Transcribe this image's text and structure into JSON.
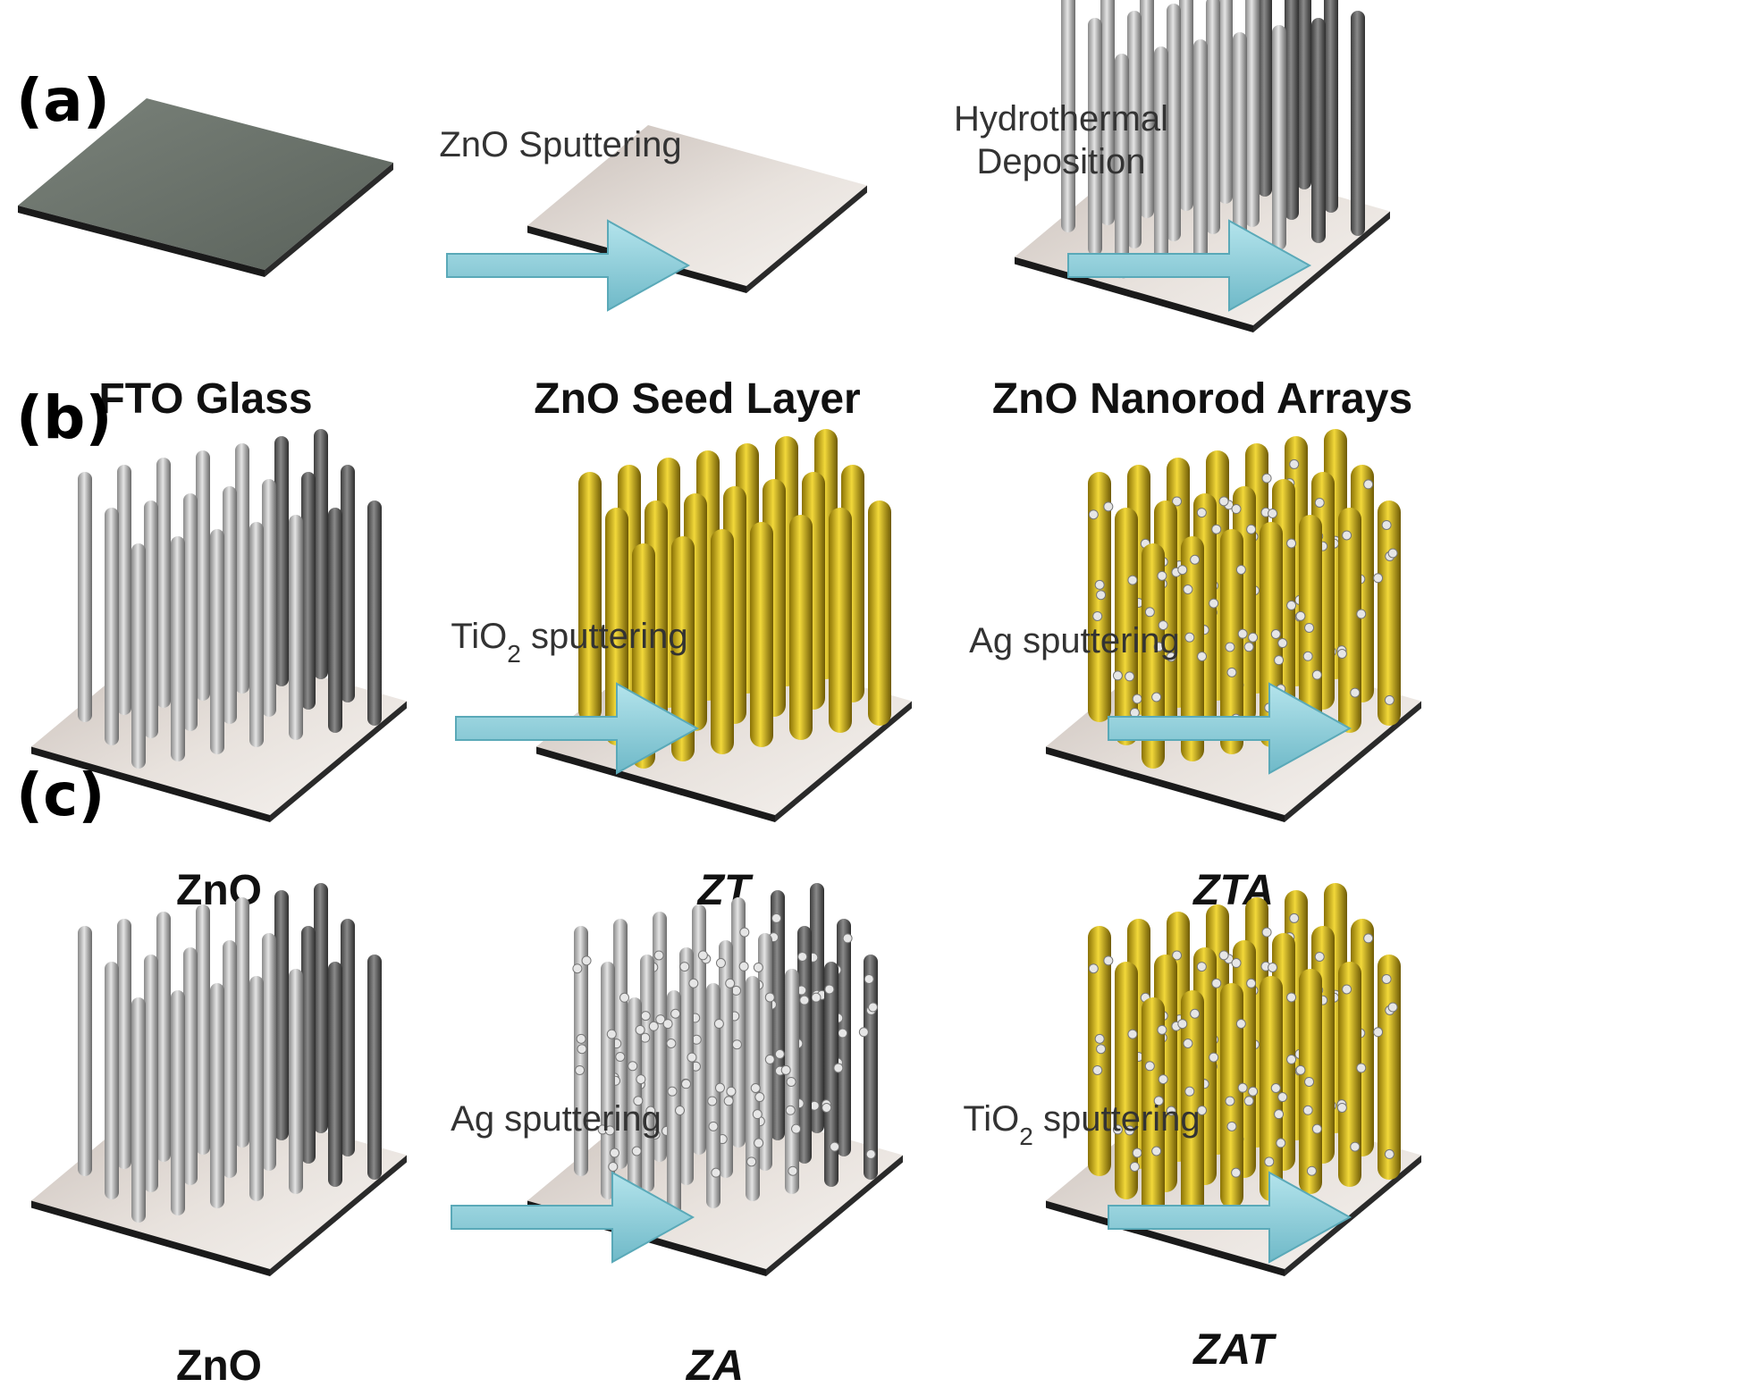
{
  "panels": [
    {
      "label": "(a)",
      "stages": [
        {
          "caption": "FTO Glass",
          "italic": false,
          "kind": "glass"
        },
        {
          "caption": "ZnO Seed Layer",
          "italic": false,
          "kind": "seed"
        },
        {
          "caption": "ZnO Nanorod Arrays",
          "italic": false,
          "kind": "zno"
        }
      ],
      "steps": [
        {
          "lines": [
            {
              "text": "ZnO Sputtering"
            }
          ]
        },
        {
          "lines": [
            {
              "text": "Hydrothermal"
            },
            {
              "text": "Deposition"
            }
          ]
        }
      ]
    },
    {
      "label": "(b)",
      "stages": [
        {
          "caption": "ZnO",
          "italic": false,
          "kind": "zno"
        },
        {
          "caption": "ZT",
          "italic": true,
          "kind": "zt"
        },
        {
          "caption": "ZTA",
          "italic": true,
          "kind": "zta"
        }
      ],
      "steps": [
        {
          "lines": [
            {
              "pre": "TiO",
              "sub": "2",
              "post": " sputtering"
            }
          ]
        },
        {
          "lines": [
            {
              "text": "Ag sputtering"
            }
          ]
        }
      ]
    },
    {
      "label": "(c)",
      "stages": [
        {
          "caption": "ZnO",
          "italic": false,
          "kind": "zno"
        },
        {
          "caption": "ZA",
          "italic": true,
          "kind": "za"
        },
        {
          "caption": "ZAT",
          "italic": true,
          "kind": "zat"
        }
      ],
      "steps": [
        {
          "lines": [
            {
              "text": "Ag sputtering"
            }
          ]
        },
        {
          "lines": [
            {
              "pre": "TiO",
              "sub": "2",
              "post": " sputtering"
            }
          ]
        }
      ]
    }
  ],
  "colors": {
    "arrow": "#8fd0dc",
    "arrow_edge": "#5aa9b8",
    "glass": "#667067",
    "substrate": "#d9d2cc",
    "zno_rod": "#b4b4b4",
    "tio2_rod": "#d4b21a",
    "ag_particle": "#e6e6e6"
  }
}
